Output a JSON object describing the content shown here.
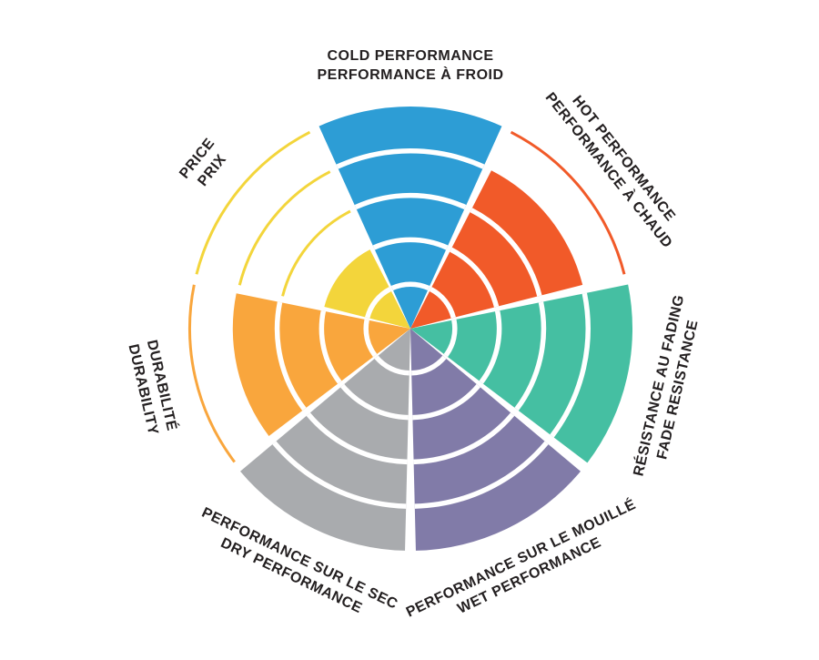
{
  "page": {
    "background_color": "#ffffff",
    "text_color": "#231f20"
  },
  "chart_data": {
    "type": "pie",
    "variant": "radial-rating-wheel",
    "description_semantics": "Seven-sector polar rating wheel; each sector filled from center to its score out of 5 rings; unreached ring levels drawn as thin colored arcs",
    "max_value": 5,
    "rings": 5,
    "sector_gap_deg": 2.8,
    "start_sector_centered_at": "top",
    "direction": "clockwise",
    "grid": "white ring dividers inside filled sectors",
    "legend_position": "none",
    "categories": [
      {
        "id": "cold",
        "label_en": "COLD PERFORMANCE",
        "label_fr": "PERFORMANCE À FROID",
        "value": 5,
        "color": "#2D9DD5"
      },
      {
        "id": "hot",
        "label_en": "HOT PERFORMANCE",
        "label_fr": "PERFORMANCE À CHAUD",
        "value": 4,
        "color": "#F15A29"
      },
      {
        "id": "fade",
        "label_en": "FADE RESISTANCE",
        "label_fr": "RÉSISTANCE AU FADING",
        "value": 5,
        "color": "#45BFA2"
      },
      {
        "id": "wet",
        "label_en": "WET PERFORMANCE",
        "label_fr": "PERFORMANCE SUR LE MOUILLÉ",
        "value": 5,
        "color": "#817BA8"
      },
      {
        "id": "dry",
        "label_en": "DRY PERFORMANCE",
        "label_fr": "PERFORMANCE SUR LE SEC",
        "value": 5,
        "color": "#A9ABAE"
      },
      {
        "id": "durability",
        "label_en": "DURABILITY",
        "label_fr": "DURABILITÉ",
        "value": 4,
        "color": "#F9A63D"
      },
      {
        "id": "price",
        "label_en": "PRICE",
        "label_fr": "PRIX",
        "value": 2,
        "color": "#F3D53B"
      }
    ]
  }
}
